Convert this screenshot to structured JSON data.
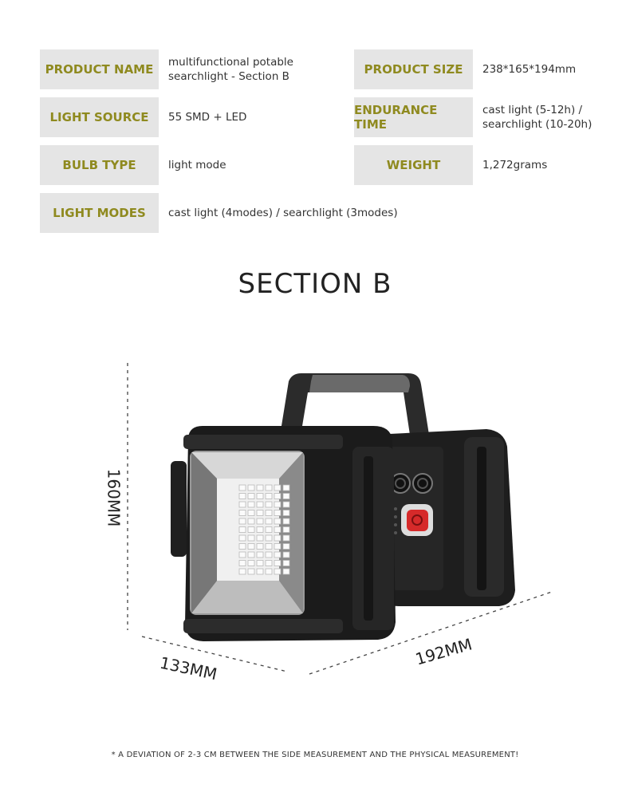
{
  "specs": [
    {
      "label": "PRODUCT NAME",
      "value": "multifunctional potable\nsearchlight - Section B"
    },
    {
      "label": "PRODUCT SIZE",
      "value": "238*165*194mm"
    },
    {
      "label": "LIGHT SOURCE",
      "value": "55 SMD + LED"
    },
    {
      "label": "ENDURANCE TIME",
      "value": "cast light (5-12h) /\nsearchlight (10-20h)"
    },
    {
      "label": "BULB TYPE",
      "value": "light mode"
    },
    {
      "label": "WEIGHT",
      "value": "1,272grams"
    },
    {
      "label": "LIGHT MODES",
      "value": "cast light (4modes) / searchlight (3modes)"
    }
  ],
  "section_title": "SECTION B",
  "dimensions": {
    "height": "160MM",
    "depth": "133MM",
    "width": "192MM"
  },
  "footnote": "* A DEVIATION OF 2-3 CM BETWEEN THE SIDE MEASUREMENT AND THE PHYSICAL MEASUREMENT!",
  "colors": {
    "label_bg": "#e5e5e5",
    "label_text": "#8f8a1f"
  }
}
